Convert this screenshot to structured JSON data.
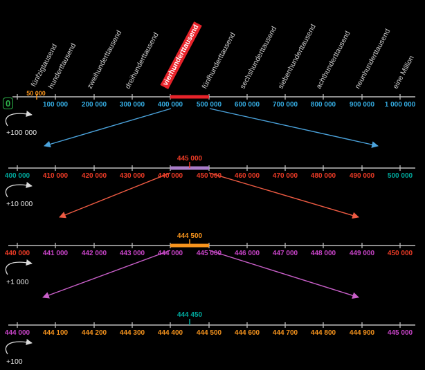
{
  "colors": {
    "background": "#000000",
    "axis": "#BDBDBD",
    "level1_numbers": "#35ACE2",
    "origin_green": "#2DB34A",
    "level1_highlight_red": "#E8232A",
    "level2_endpoint_teal": "#00A99D",
    "level2_numbers_red": "#EE3B26",
    "level2_highlight_purple": "#A97CC9",
    "level3_numbers_magenta": "#C944C9",
    "level3_highlight_orange": "#F7941D",
    "level4_numbers_orange": "#F7941D",
    "zoom_arrow_blue": "#4BA3DC",
    "zoom_arrow_salmon": "#EF5B43",
    "zoom_arrow_magenta": "#C95FC9"
  },
  "lines": [
    {
      "id": "hundred-thousand-steps",
      "origin_label": "0",
      "half_step_label": "50 000",
      "word_labels": [
        "fünfzigtausend",
        "hunderttausend",
        "zweihunderttausend",
        "dreihunderttausend",
        "vierhunderttausend",
        "fünfhunderttausend",
        "sechshunderttausend",
        "siebenhunderttausend",
        "achthunderttausend",
        "neunhunderttausend",
        "eine Million"
      ],
      "tick_labels": [
        "100 000",
        "200 000",
        "300 000",
        "400 000",
        "500 000",
        "600 000",
        "700 000",
        "800 000",
        "900 000",
        "1 000 000"
      ],
      "highlight_range": [
        "400 000",
        "500 000"
      ],
      "step_label": "+100 000"
    },
    {
      "id": "ten-thousand-steps",
      "tick_labels": [
        "400 000",
        "410 000",
        "420 000",
        "430 000",
        "440 000",
        "450 000",
        "460 000",
        "470 000",
        "480 000",
        "490 000",
        "500 000"
      ],
      "highlight_range": [
        "440 000",
        "450 000"
      ],
      "marked_value": "445 000",
      "step_label": "+10 000"
    },
    {
      "id": "thousand-steps",
      "tick_labels": [
        "440 000",
        "441 000",
        "442 000",
        "443 000",
        "444 000",
        "445 000",
        "446 000",
        "447 000",
        "448 000",
        "449 000",
        "450 000"
      ],
      "highlight_range": [
        "444 000",
        "445 000"
      ],
      "marked_value": "444 500",
      "step_label": "+1 000"
    },
    {
      "id": "hundred-steps",
      "tick_labels": [
        "444 000",
        "444 100",
        "444 200",
        "444 300",
        "444 400",
        "444 500",
        "444 600",
        "444 700",
        "444 800",
        "444 900",
        "445 000"
      ],
      "marked_value": "444 450",
      "step_label": "+100"
    }
  ]
}
